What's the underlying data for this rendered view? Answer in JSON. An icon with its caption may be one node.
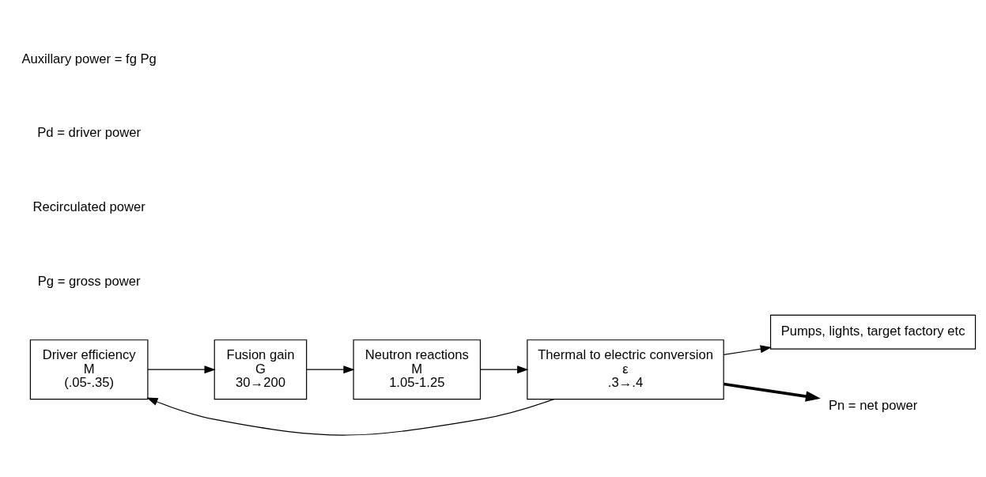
{
  "diagram": {
    "nodes": [
      {
        "text": [
          "Driver efficiency",
          "M",
          "(.05-.35)"
        ]
      },
      {
        "text": [
          "Fusion gain",
          "G",
          "30→200"
        ]
      },
      {
        "text": [
          "Neutron reactions",
          "M",
          "1.05-1.25"
        ]
      },
      {
        "text": [
          "Thermal to electric conversion",
          "ε",
          ".3→.4"
        ]
      },
      {
        "text": [
          "Pumps, lights, target factory etc"
        ]
      },
      {
        "text": [
          "Pn = net power"
        ]
      }
    ],
    "edges": [
      {
        "from": 0,
        "to": 1,
        "arrow": "to"
      },
      {
        "from": 1,
        "to": 2,
        "arrow": "to"
      },
      {
        "from": 2,
        "to": 3,
        "arrow": "to"
      },
      {
        "from": 3,
        "to": 5,
        "arrow": "to",
        "style": "thick"
      },
      {
        "from": 3,
        "to": 0,
        "arrow": "to"
      },
      {
        "from": 3,
        "to": 4,
        "arrow": "to"
      }
    ],
    "labels": [
      "Pg = gross power",
      "Recirculated power",
      "Pd = driver power",
      "Auxillary power = fg Pg"
    ]
  }
}
